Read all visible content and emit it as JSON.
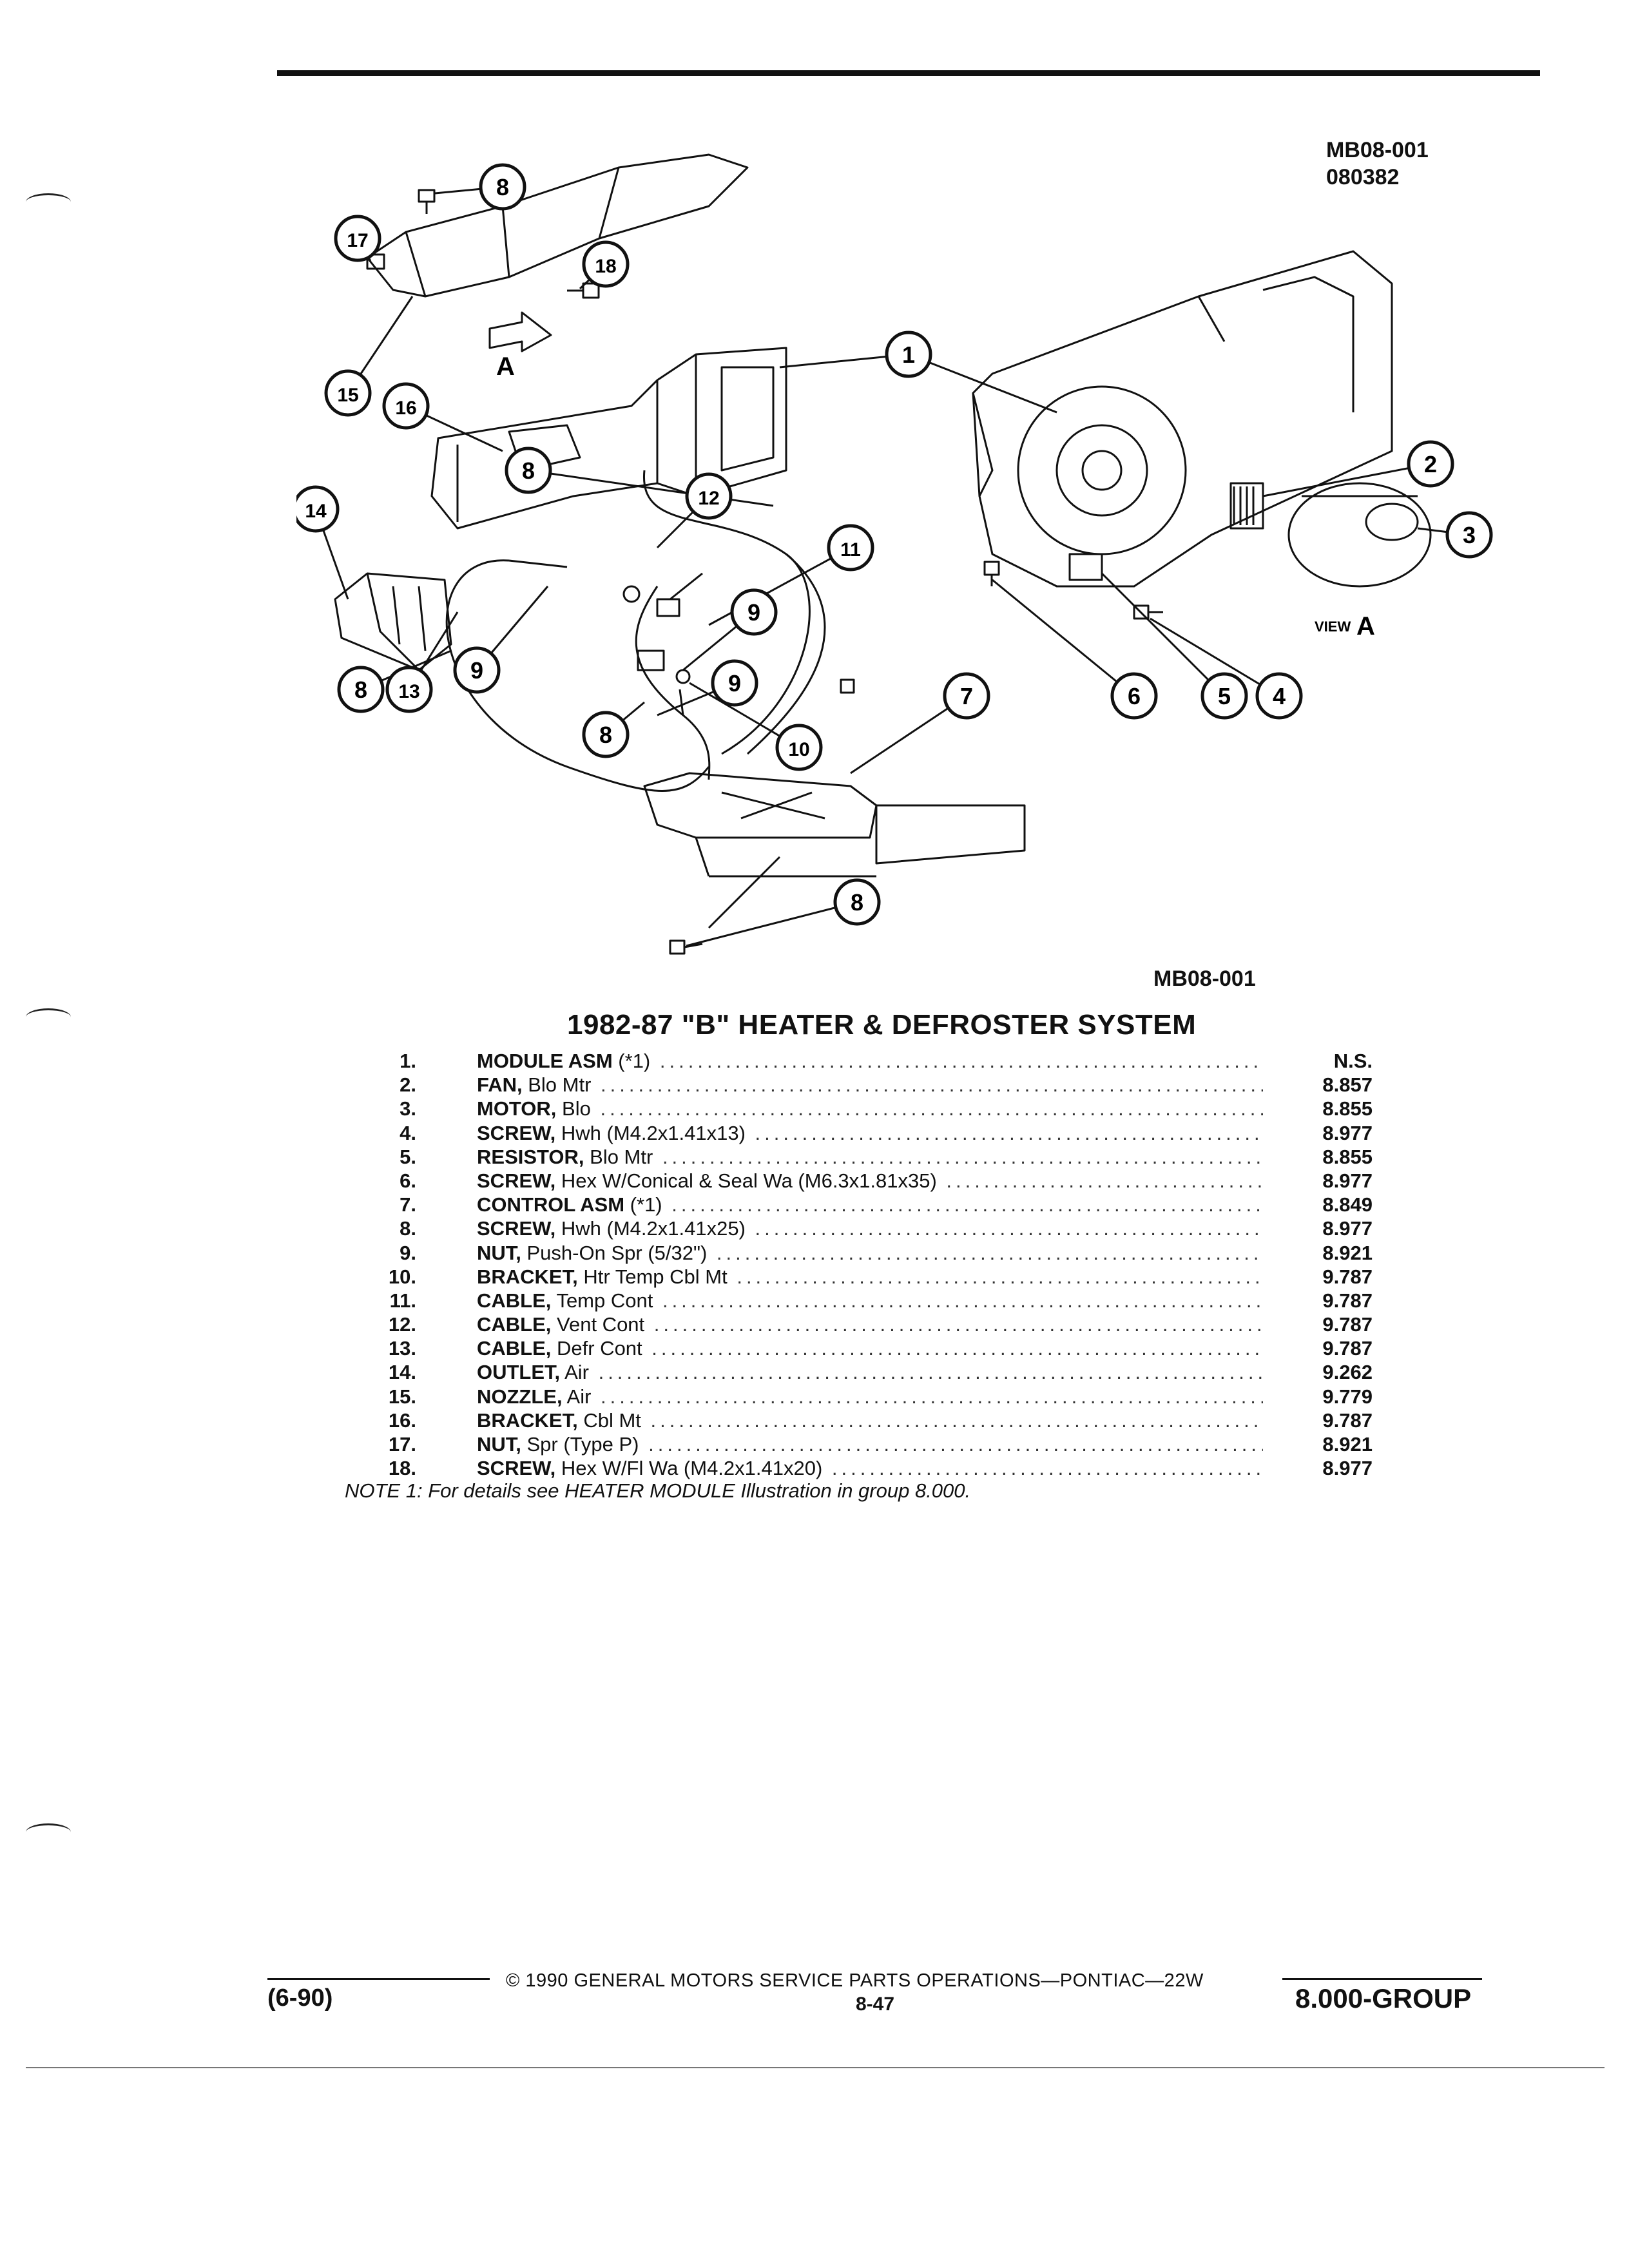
{
  "figure": {
    "id_top": "MB08-001",
    "code": "080382",
    "caption_id": "MB08-001",
    "callouts": [
      "1",
      "2",
      "3",
      "4",
      "5",
      "6",
      "7",
      "8",
      "9",
      "10",
      "11",
      "12",
      "13",
      "14",
      "15",
      "16",
      "17",
      "18"
    ],
    "arrow_label": "A",
    "view_label_prefix": "VIEW",
    "view_label_letter": "A"
  },
  "title": "1982-87 \"B\" HEATER & DEFROSTER SYSTEM",
  "parts": [
    {
      "num": "1.",
      "name": "MODULE ASM",
      "desc": " (*1)",
      "ref": "N.S."
    },
    {
      "num": "2.",
      "name": "FAN,",
      "desc": " Blo Mtr",
      "ref": "8.857"
    },
    {
      "num": "3.",
      "name": "MOTOR,",
      "desc": " Blo",
      "ref": "8.855"
    },
    {
      "num": "4.",
      "name": "SCREW,",
      "desc": " Hwh (M4.2x1.41x13)",
      "ref": "8.977"
    },
    {
      "num": "5.",
      "name": "RESISTOR,",
      "desc": " Blo Mtr",
      "ref": "8.855"
    },
    {
      "num": "6.",
      "name": "SCREW,",
      "desc": " Hex W/Conical & Seal Wa (M6.3x1.81x35)",
      "ref": "8.977"
    },
    {
      "num": "7.",
      "name": "CONTROL ASM",
      "desc": " (*1)",
      "ref": "8.849"
    },
    {
      "num": "8.",
      "name": "SCREW,",
      "desc": " Hwh (M4.2x1.41x25)",
      "ref": "8.977"
    },
    {
      "num": "9.",
      "name": "NUT,",
      "desc": " Push-On Spr (5/32\")",
      "ref": "8.921"
    },
    {
      "num": "10.",
      "name": "BRACKET,",
      "desc": " Htr Temp Cbl Mt",
      "ref": "9.787"
    },
    {
      "num": "11.",
      "name": "CABLE,",
      "desc": " Temp Cont",
      "ref": "9.787"
    },
    {
      "num": "12.",
      "name": "CABLE,",
      "desc": " Vent Cont",
      "ref": "9.787"
    },
    {
      "num": "13.",
      "name": "CABLE,",
      "desc": " Defr Cont",
      "ref": "9.787"
    },
    {
      "num": "14.",
      "name": "OUTLET,",
      "desc": " Air",
      "ref": "9.262"
    },
    {
      "num": "15.",
      "name": "NOZZLE,",
      "desc": " Air",
      "ref": "9.779"
    },
    {
      "num": "16.",
      "name": "BRACKET,",
      "desc": " Cbl Mt",
      "ref": "9.787"
    },
    {
      "num": "17.",
      "name": "NUT,",
      "desc": " Spr (Type P)",
      "ref": "8.921"
    },
    {
      "num": "18.",
      "name": "SCREW,",
      "desc": " Hex W/Fl Wa (M4.2x1.41x20)",
      "ref": "8.977"
    }
  ],
  "note": "NOTE 1: For details see HEATER MODULE Illustration in group 8.000.",
  "footer": {
    "copyright": "© 1990 GENERAL MOTORS SERVICE PARTS OPERATIONS—PONTIAC—22W",
    "date": "(6-90)",
    "page": "8-47",
    "group": "8.000-GROUP"
  }
}
